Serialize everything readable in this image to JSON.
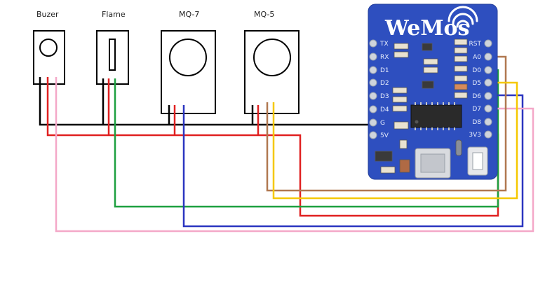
{
  "components": {
    "buzer": {
      "label": "Buzer"
    },
    "flame": {
      "label": "Flame"
    },
    "mq7": {
      "label": "MQ-7"
    },
    "mq5": {
      "label": "MQ-5"
    }
  },
  "board": {
    "logo": "WeMos",
    "left_pins": [
      "TX",
      "RX",
      "D1",
      "D2",
      "D3",
      "D4",
      "G",
      "5V"
    ],
    "right_pins": [
      "RST",
      "A0",
      "D0",
      "D5",
      "D6",
      "D7",
      "D8",
      "3V3"
    ]
  },
  "colors": {
    "gnd": "#000000",
    "vcc": "#e02020",
    "green": "#1ea040",
    "blue": "#2b35c0",
    "pink": "#f4a8c8",
    "brown": "#b07850",
    "yellow": "#f5c800",
    "board": "#2e4fbf"
  }
}
